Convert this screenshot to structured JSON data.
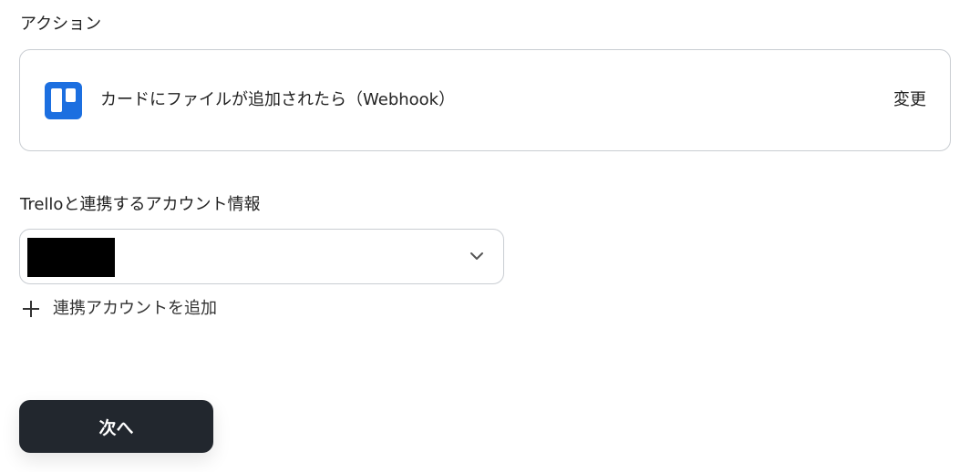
{
  "action_section": {
    "label": "アクション",
    "card": {
      "app_icon": "trello-icon",
      "title": "カードにファイルが追加されたら（Webhook）",
      "change_label": "変更"
    }
  },
  "account_section": {
    "label": "Trelloと連携するアカウント情報",
    "select": {
      "value": "",
      "icon": "chevron-down-icon"
    },
    "add_account_label": "連携アカウントを追加",
    "add_icon": "plus-icon"
  },
  "footer": {
    "next_label": "次へ"
  },
  "colors": {
    "trello_brand": "#1c6fe0",
    "primary_button_bg": "#22272e",
    "border": "#c9cdd2"
  }
}
